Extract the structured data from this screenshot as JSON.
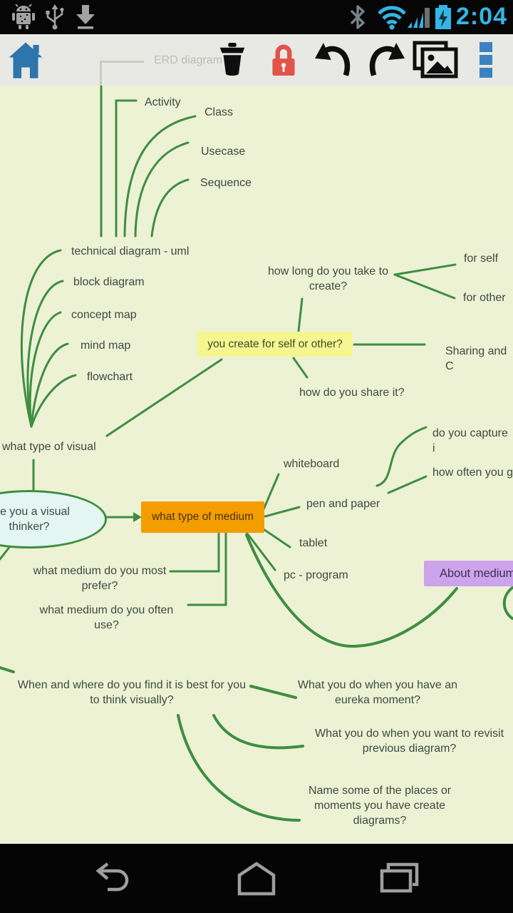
{
  "status_bar": {
    "time": "2:04",
    "icons": [
      "android-debug-icon",
      "usb-icon",
      "download-icon",
      "bluetooth-icon",
      "wifi-icon",
      "signal-icon",
      "battery-charging-icon"
    ],
    "accent_color": "#33b5e5"
  },
  "toolbar": {
    "faded_node_label": "ERD diagram",
    "buttons": [
      "home",
      "delete",
      "lock",
      "undo",
      "redo",
      "gallery",
      "overflow-menu"
    ],
    "home_color": "#2e75ab",
    "lock_color": "#e2544a",
    "menu_color": "#3a83c0"
  },
  "mindmap": {
    "background": "#edf2d5",
    "line_color": "#3e8e41",
    "text_color": "#3e4a40",
    "highlight_yellow": "#f5f68f",
    "highlight_orange": "#f49d00",
    "highlight_purple": "#cda4ec",
    "nodes": [
      {
        "id": "activity",
        "label": "Activity"
      },
      {
        "id": "class",
        "label": "Class"
      },
      {
        "id": "usecase",
        "label": "Usecase"
      },
      {
        "id": "sequence",
        "label": "Sequence"
      },
      {
        "id": "technical-diagram-uml",
        "label": "technical diagram - uml"
      },
      {
        "id": "block-diagram",
        "label": "block diagram"
      },
      {
        "id": "concept-map",
        "label": "concept map"
      },
      {
        "id": "mind-map",
        "label": "mind map"
      },
      {
        "id": "flowchart",
        "label": "flowchart"
      },
      {
        "id": "what-type-of-visual",
        "label": "what type of visual"
      },
      {
        "id": "how-long-create",
        "label": "how long do you take to create?"
      },
      {
        "id": "for-self",
        "label": "for self"
      },
      {
        "id": "for-other",
        "label": "for other"
      },
      {
        "id": "create-self-or-other",
        "label": "you create for self or other?"
      },
      {
        "id": "sharing-and-c",
        "label": "Sharing and C"
      },
      {
        "id": "how-share",
        "label": "how do you share it?"
      },
      {
        "id": "do-you-capture",
        "label": "do you capture i"
      },
      {
        "id": "how-often",
        "label": "how often you g"
      },
      {
        "id": "whiteboard",
        "label": "whiteboard"
      },
      {
        "id": "pen-and-paper",
        "label": "pen and paper"
      },
      {
        "id": "tablet",
        "label": "tablet"
      },
      {
        "id": "pc-program",
        "label": "pc - program"
      },
      {
        "id": "about-medium",
        "label": "About medium"
      },
      {
        "id": "visual-thinker",
        "label": "Are you a visual thinker?"
      },
      {
        "id": "what-type-of-medium",
        "label": "what type of medium"
      },
      {
        "id": "medium-most-prefer",
        "label": "what medium do you most prefer?"
      },
      {
        "id": "medium-often-use",
        "label": "what medium do you often use?"
      },
      {
        "id": "when-where-think-visually",
        "label": "When and where do you find it is best for you to think visually?"
      },
      {
        "id": "eureka-moment",
        "label": "What you do when you have an eureka moment?"
      },
      {
        "id": "revisit-previous",
        "label": "What you do when you want to revisit previous diagram?"
      },
      {
        "id": "name-places",
        "label": "Name some of the places or moments you have create diagrams?"
      }
    ]
  },
  "nav_bar": {
    "buttons": [
      "back",
      "home",
      "recents"
    ]
  }
}
